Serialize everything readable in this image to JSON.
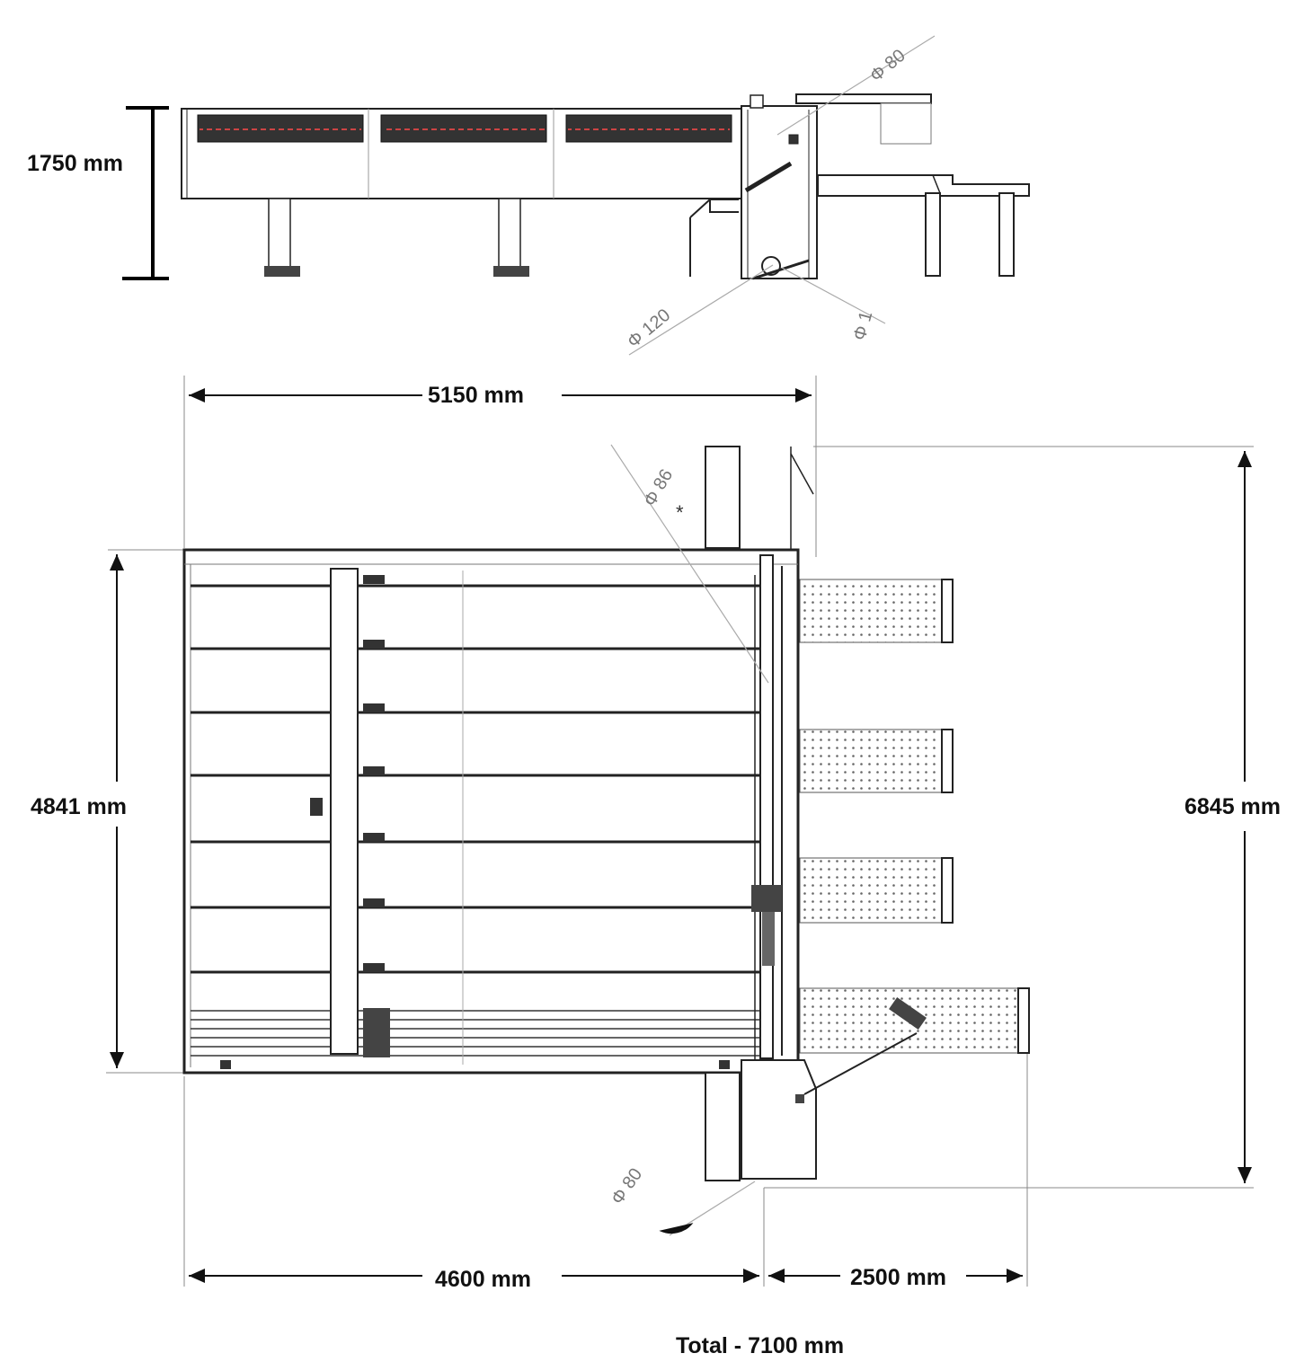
{
  "dimensions": {
    "side_height": "1750 mm",
    "top_width": "5150 mm",
    "left_height": "4841 mm",
    "right_height": "6845 mm",
    "bottom_left": "4600 mm",
    "bottom_right": "2500 mm",
    "total": "Total - 7100 mm"
  },
  "annotations": {
    "dia_top_a": "Φ 80",
    "dia_side_a": "Φ 120",
    "dia_side_b": "Φ 1",
    "dia_plan_a": "Φ 86",
    "dia_plan_b": "Φ 80"
  },
  "colors": {
    "line": "#111111",
    "light_line": "#888888",
    "dots": "#555555"
  }
}
